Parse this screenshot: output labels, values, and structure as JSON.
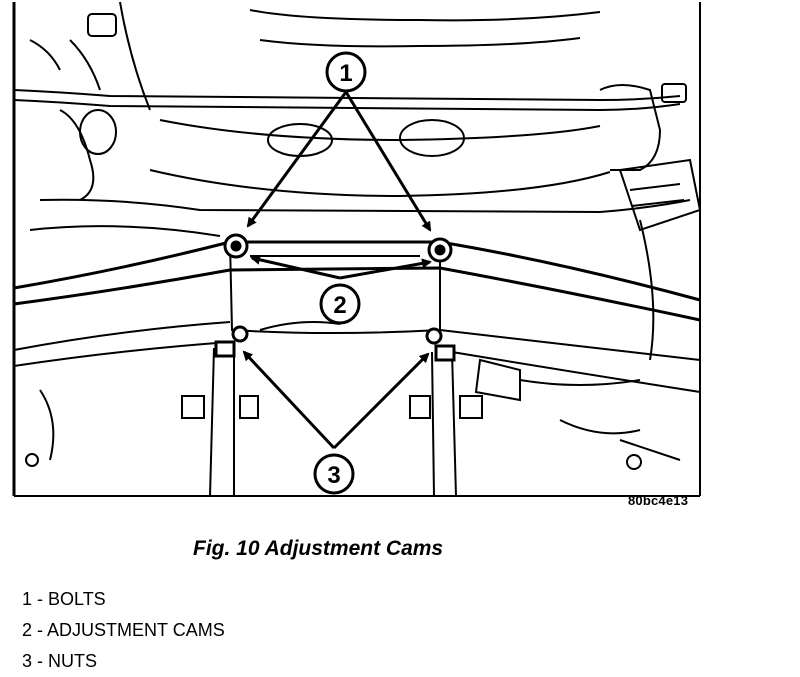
{
  "figure": {
    "callouts": [
      "1",
      "2",
      "3"
    ],
    "code": "80bc4e13"
  },
  "caption": "Fig. 10 Adjustment Cams",
  "legend": [
    {
      "num": "1",
      "text": "1 - BOLTS"
    },
    {
      "num": "2",
      "text": "2 - ADJUSTMENT CAMS"
    },
    {
      "num": "3",
      "text": "3 - NUTS"
    }
  ]
}
